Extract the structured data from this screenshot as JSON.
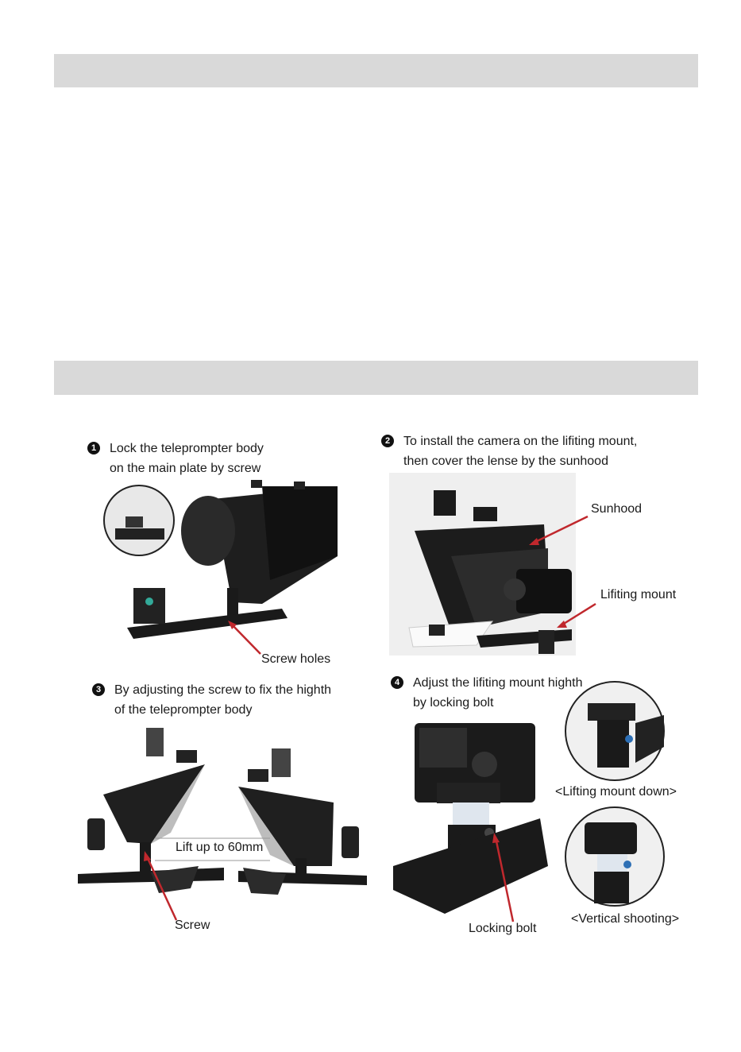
{
  "steps": [
    {
      "num": "1",
      "line1": "Lock the teleprompter body",
      "line2": "on the main plate by screw"
    },
    {
      "num": "2",
      "line1": "To install the camera on the lifiting mount,",
      "line2": "then cover the lense by the sunhood"
    },
    {
      "num": "3",
      "line1": "By adjusting the screw to fix the highth",
      "line2": "of the teleprompter body"
    },
    {
      "num": "4",
      "line1": "Adjust the lifiting mount highth",
      "line2": "by locking bolt"
    }
  ],
  "labels": {
    "screw_holes": "Screw holes",
    "sunhood": "Sunhood",
    "lifting_mount": "Lifiting mount",
    "lift": "Lift up to 60mm",
    "screw": "Screw",
    "locking_bolt": "Locking bolt",
    "mount_down": "<Lifting mount down>",
    "vertical": "<Vertical shooting>"
  },
  "colors": {
    "arrow": "#c0282d",
    "header_bar": "#d9d9d9"
  }
}
